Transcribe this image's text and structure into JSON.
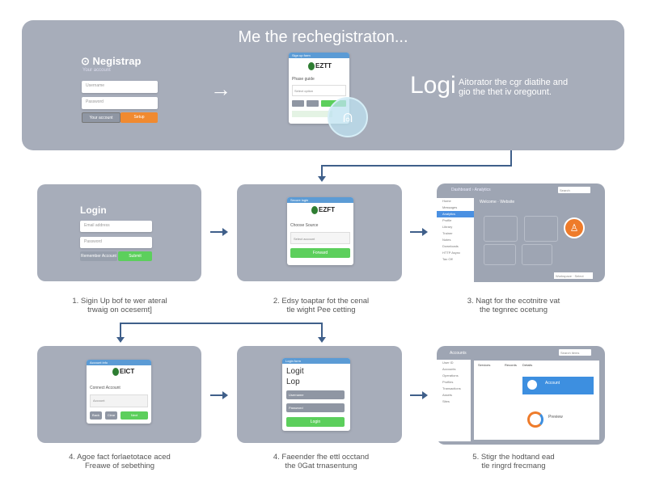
{
  "top": {
    "title": "Me the rechegistraton...",
    "form_title": "⊙ Negistrap",
    "form_subtitle": "Your account",
    "field1": "Username",
    "field2": "Password",
    "btn_secondary": "Your account",
    "btn_primary": "Setup",
    "window_title": "Sign up form",
    "logo": "EZTT",
    "window_label": "Phase guide",
    "select": "Select option",
    "big_word": "Logi",
    "description_line1": "Aitorator the cgr diatihe and",
    "description_line2": "gio the thet iv oregount.",
    "colors": {
      "panel": "#a7adba",
      "orange": "#f08a30",
      "green": "#5ccf5c",
      "arrow": "#3f5f8a",
      "titlebar": "#5b9bd5"
    }
  },
  "steps": [
    {
      "caption1": "1. Sigin Up bof te wer ateral",
      "caption2": "trwaig on ocesemt]",
      "heading": "Login",
      "field1": "Email address",
      "field2": "Password",
      "link": "Remember Account",
      "button": "Submit"
    },
    {
      "caption1": "2. Edsy toaptar fot the cenal",
      "caption2": "tle wight Pee cetting",
      "window_title": "Secure login",
      "logo": "EZFT",
      "label": "Choose Source",
      "select": "Select account",
      "button": "Forward"
    },
    {
      "caption1": "3. Nagt for the ecotnitre vat",
      "caption2": "the tegnrec ocetung",
      "breadcrumb": "Dashboard › Analytics",
      "search": "Search",
      "heading": "Welcome · Website",
      "sidebar": [
        "Home",
        "Messages",
        "Analytics",
        "Profile",
        "Library",
        "Trainer",
        "Notes",
        "Downloads",
        "HTTP Async",
        "Tax Off"
      ],
      "footer_select": "Workspace · Select"
    },
    {
      "caption1": "4. Agoe fact forlaetotace aced",
      "caption2": "Freawe of sebething",
      "window_title": "Account info",
      "logo": "EICT",
      "label": "Connect Account",
      "select": "Account",
      "btn1": "Back",
      "btn2": "Clear",
      "button": "Next"
    },
    {
      "caption1": "4. Faeender fhe ettl occtand",
      "caption2": "the 0Gat trnasentung",
      "window_title": "Login form",
      "heading1": "Logit",
      "heading2": "Lop",
      "field1": "Username",
      "field2": "Password",
      "button": "Login"
    },
    {
      "caption1": "5. Stigr the hodtand ead",
      "caption2": "tle ringrd frecmang",
      "app_name": "Accounts",
      "search": "Search items",
      "sidebar": [
        "User ID",
        "Accounts",
        "Operations",
        "Profiles",
        "Transactions",
        "Assets",
        "Sites"
      ],
      "col1": "Services",
      "col2": "Records",
      "col3": "Details",
      "card_title": "Account",
      "card2_title": "Preview"
    }
  ]
}
